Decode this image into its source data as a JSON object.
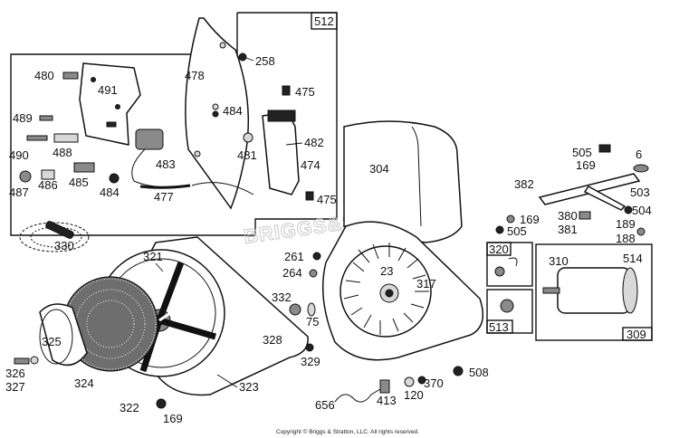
{
  "diagram": {
    "kit_labels": {
      "k512": "512",
      "k320": "320",
      "k513": "513",
      "k309": "309"
    },
    "watermark": "BRIGGS&STRATTON",
    "copyright": "Copyright © Briggs & Stratton, LLC. All rights reserved.",
    "parts": {
      "p480": "480",
      "p491": "491",
      "p489": "489",
      "p488": "488",
      "p490": "490",
      "p487": "487",
      "p486": "486",
      "p485": "485",
      "p484a": "484",
      "p484b": "484",
      "p483": "483",
      "p477": "477",
      "p478": "478",
      "p258": "258",
      "p475a": "475",
      "p475b": "475",
      "p481": "481",
      "p482": "482",
      "p474": "474",
      "p304": "304",
      "p505a": "505",
      "p169a": "169",
      "p6": "6",
      "p382": "382",
      "p503": "503",
      "p169b": "169",
      "p505b": "505",
      "p380": "380",
      "p381": "381",
      "p504": "504",
      "p189": "189",
      "p188": "188",
      "p330": "330",
      "p321": "321",
      "p261": "261",
      "p264": "264",
      "p23": "23",
      "p317": "317",
      "p310": "310",
      "p514": "514",
      "p332": "332",
      "p75": "75",
      "p325": "325",
      "p328": "328",
      "p329": "329",
      "p326": "326",
      "p327": "327",
      "p324": "324",
      "p323": "323",
      "p322": "322",
      "p169c": "169",
      "p656": "656",
      "p413": "413",
      "p120": "120",
      "p370": "370",
      "p508": "508"
    }
  }
}
